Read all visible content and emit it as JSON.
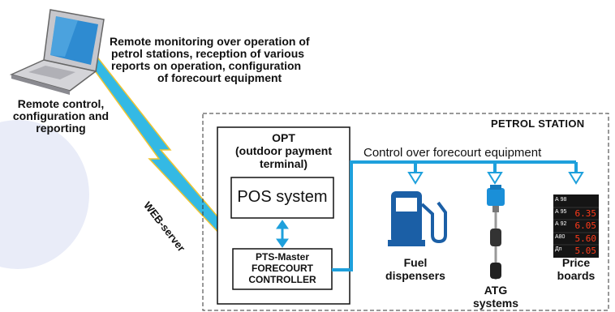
{
  "remote_description": [
    "Remote monitoring over operation of",
    "petrol stations, reception of various",
    "reports on operation, configuration",
    "of forecourt equipment"
  ],
  "remote_caption": [
    "Remote control,",
    "configuration and",
    "reporting"
  ],
  "link_label": "WEB-server",
  "station_label": "PETROL STATION",
  "opt": {
    "title": [
      "OPT",
      "(outdoor payment",
      "terminal)"
    ]
  },
  "pos_label": "POS system",
  "controller_label": [
    "PTS-Master",
    "FORECOURT",
    "CONTROLLER"
  ],
  "control_label": "Control over forecourt equipment",
  "devices": {
    "fuel": [
      "Fuel",
      "dispensers"
    ],
    "atg": [
      "ATG",
      "systems"
    ],
    "price": [
      "Price",
      "boards"
    ]
  },
  "price_board": {
    "grades": [
      "А 98",
      "А 95",
      "А 92",
      "А80",
      "Дп"
    ],
    "prices": [
      "",
      "6.35",
      "6.05",
      "5.60",
      "5.05"
    ]
  },
  "colors": {
    "line": "#1ea0dc",
    "lightning_fill": "#34b9e4",
    "lightning_stroke": "#f0c430",
    "pump": "#1b5fa6",
    "price_digits": "#ff3a1a",
    "circle": "#e9ecf8"
  }
}
